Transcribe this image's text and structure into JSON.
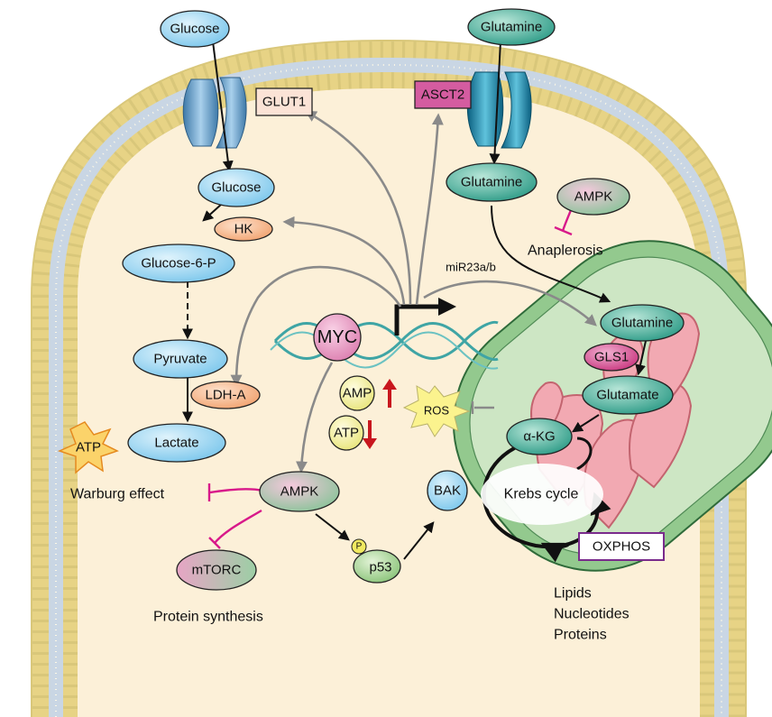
{
  "transporters": {
    "glut1": "GLUT1",
    "asct2": "ASCT2"
  },
  "glycolysis": {
    "glucose_out": "Glucose",
    "glucose_in": "Glucose",
    "hk": "HK",
    "g6p": "Glucose-6-P",
    "pyruvate": "Pyruvate",
    "ldha": "LDH-A",
    "lactate": "Lactate",
    "atp": "ATP",
    "warburg": "Warburg effect"
  },
  "glutaminolysis": {
    "glutamine_out": "Glutamine",
    "glutamine_in": "Glutamine",
    "ampk": "AMPK",
    "anaplerosis": "Anaplerosis",
    "mir": "miR23a/b"
  },
  "nucleus": {
    "myc": "MYC",
    "amp": "AMP",
    "atp": "ATP"
  },
  "signaling": {
    "ampk": "AMPK",
    "mtorc": "mTORC",
    "protein_synthesis": "Protein synthesis",
    "p": "P",
    "p53": "p53",
    "bak": "BAK"
  },
  "mitochondrion": {
    "glutamine": "Glutamine",
    "gls1": "GLS1",
    "glutamate": "Glutamate",
    "akg": "α-KG",
    "krebs": "Krebs cycle",
    "oxphos": "OXPHOS",
    "ros": "ROS"
  },
  "products": [
    "Lipids",
    "Nucleotides",
    "Proteins"
  ],
  "colors": {
    "cytoplasm": "#fcf0d8",
    "membrane_head": "#f3dd8e",
    "node_blue": "#8fd2f2",
    "node_teal": "#3fae9a",
    "node_orange": "#f7b98c",
    "node_pink": "#d9589a",
    "node_yellow": "#f6f4a0",
    "node_green": "#a9d39a",
    "node_ampk": "#a8cfae",
    "mito_outer": "#93c98e",
    "mito_inner": "#f2a9b2",
    "dna": "#3fa5a5",
    "inhibition": "#d8198a",
    "increase_decrease": "#c8161e",
    "oxphos_border": "#7a2b8c"
  }
}
